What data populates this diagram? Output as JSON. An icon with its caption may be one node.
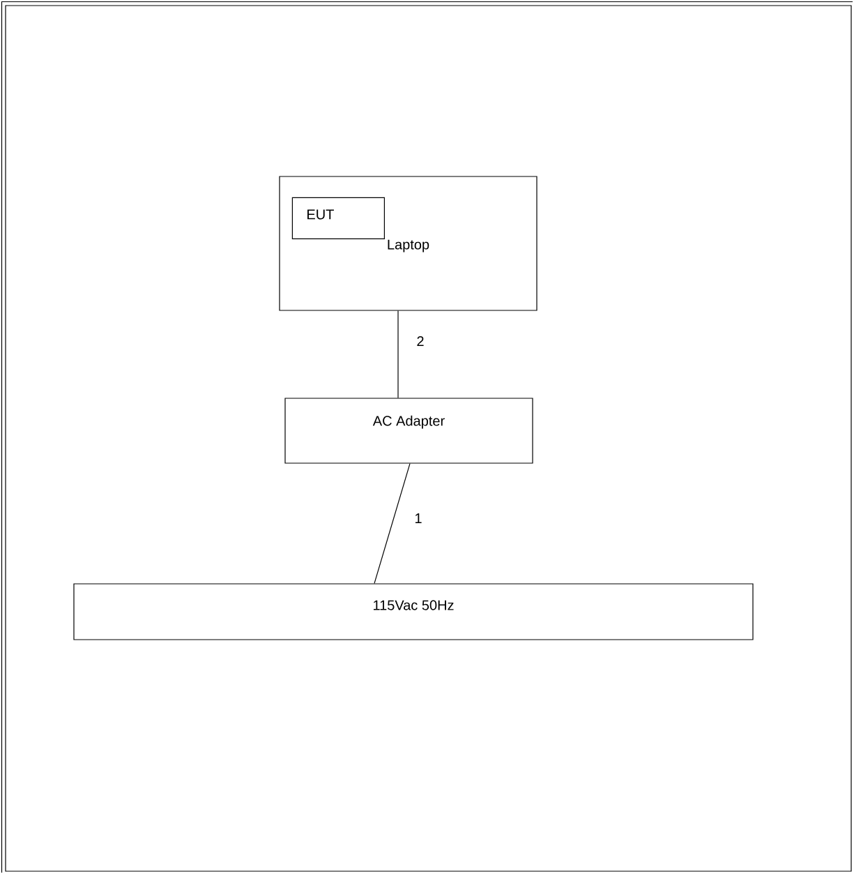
{
  "diagram": {
    "nodes": [
      {
        "text": [
          "Laptop"
        ]
      },
      {
        "text": [
          "EUT"
        ],
        "in": 0
      },
      {
        "text": [
          "AC Adapter"
        ]
      },
      {
        "text": [
          "115Vac 50Hz"
        ]
      }
    ],
    "edges": [
      {
        "from": 0,
        "to": 2,
        "arrow": "none",
        "label": "2"
      },
      {
        "from": 2,
        "to": 3,
        "arrow": "none",
        "label": "1"
      }
    ]
  }
}
